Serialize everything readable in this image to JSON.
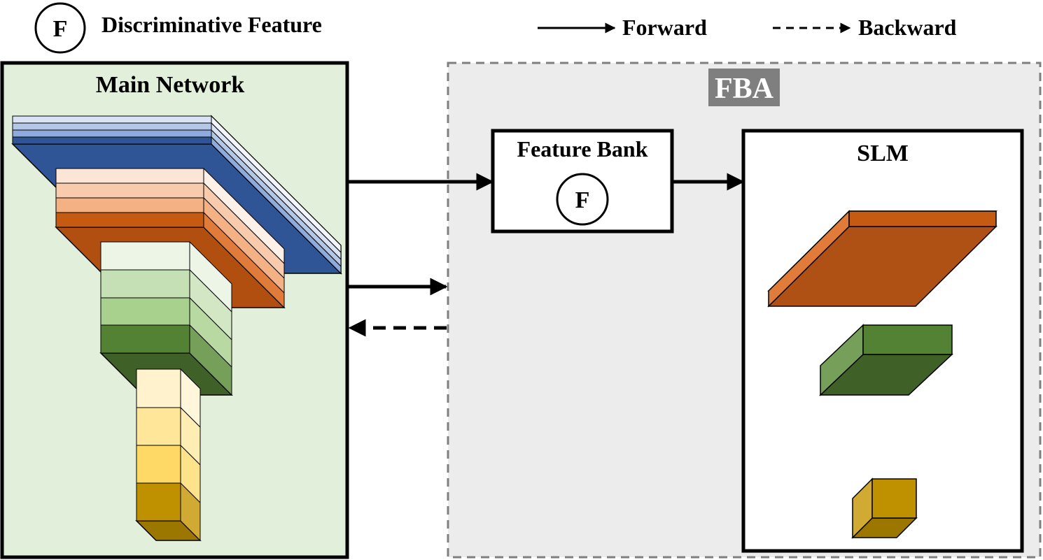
{
  "legend": {
    "feature_symbol": "F",
    "feature_label": "Discriminative Feature",
    "forward_label": "Forward",
    "backward_label": "Backward"
  },
  "main_network": {
    "title": "Main Network",
    "colors": {
      "panel_bg": "#e2efda",
      "blue": [
        "#dae3f3",
        "#b4c7e7",
        "#8faadc",
        "#2f5597"
      ],
      "orange": [
        "#fbe5d6",
        "#f8cbad",
        "#f4b183",
        "#c55a11"
      ],
      "green": [
        "#e2efda",
        "#c5e0b4",
        "#a9d18e",
        "#548235"
      ],
      "yellow": [
        "#fff2cc",
        "#ffe699",
        "#ffd966",
        "#bf9000"
      ]
    }
  },
  "fba": {
    "badge": "FBA",
    "badge_bg": "#7f7f7f",
    "panel_bg": "#ececec",
    "feature_bank": {
      "title": "Feature Bank",
      "symbol": "F"
    },
    "slm": {
      "title": "SLM"
    }
  }
}
